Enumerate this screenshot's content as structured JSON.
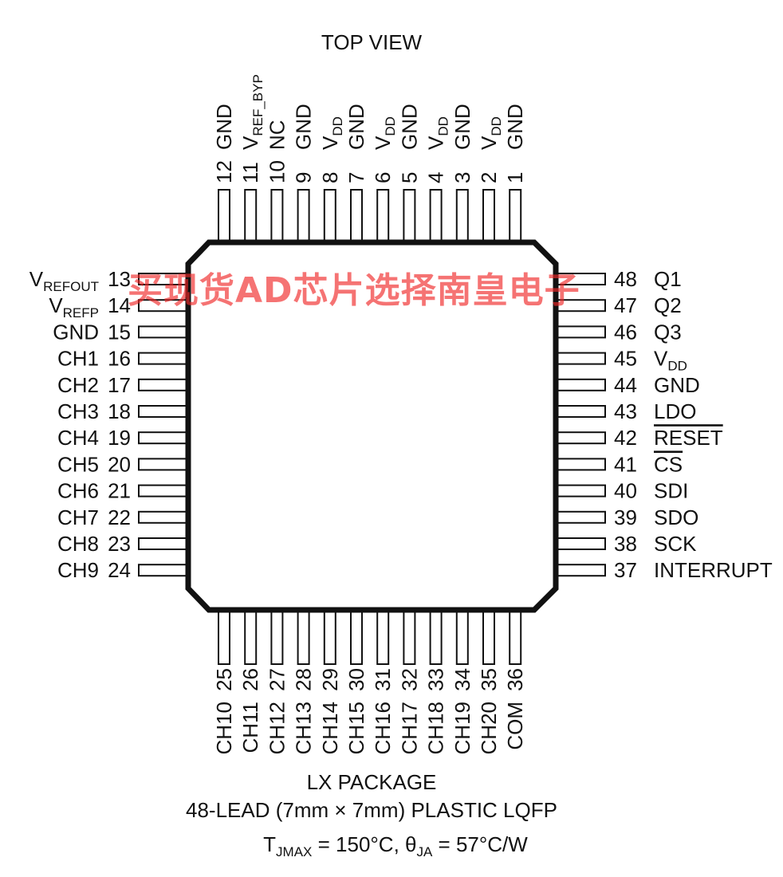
{
  "view_label": "TOP VIEW",
  "package": {
    "name": "LX PACKAGE",
    "description": "48-LEAD (7mm × 7mm) PLASTIC LQFP",
    "thermal_t": "T",
    "thermal_t_sub": "JMAX",
    "thermal_mid": " = 150°C, θ",
    "thermal_theta_sub": "JA",
    "thermal_end": " = 57°C/W"
  },
  "watermark": "买现货AD芯片选择南皇电子",
  "colors": {
    "line": "#111111",
    "watermark": "#f02828"
  },
  "pins": {
    "top": [
      {
        "num": "12",
        "name": "GND"
      },
      {
        "num": "11",
        "name": "V",
        "sub": "REF_BYP"
      },
      {
        "num": "10",
        "name": "NC"
      },
      {
        "num": "9",
        "name": "GND"
      },
      {
        "num": "8",
        "name": "V",
        "sub": "DD"
      },
      {
        "num": "7",
        "name": "GND"
      },
      {
        "num": "6",
        "name": "V",
        "sub": "DD"
      },
      {
        "num": "5",
        "name": "GND"
      },
      {
        "num": "4",
        "name": "V",
        "sub": "DD"
      },
      {
        "num": "3",
        "name": "GND"
      },
      {
        "num": "2",
        "name": "V",
        "sub": "DD"
      },
      {
        "num": "1",
        "name": "GND"
      }
    ],
    "left": [
      {
        "num": "13",
        "name": "V",
        "sub": "REFOUT"
      },
      {
        "num": "14",
        "name": "V",
        "sub": "REFP"
      },
      {
        "num": "15",
        "name": "GND"
      },
      {
        "num": "16",
        "name": "CH1"
      },
      {
        "num": "17",
        "name": "CH2"
      },
      {
        "num": "18",
        "name": "CH3"
      },
      {
        "num": "19",
        "name": "CH4"
      },
      {
        "num": "20",
        "name": "CH5"
      },
      {
        "num": "21",
        "name": "CH6"
      },
      {
        "num": "22",
        "name": "CH7"
      },
      {
        "num": "23",
        "name": "CH8"
      },
      {
        "num": "24",
        "name": "CH9"
      }
    ],
    "right": [
      {
        "num": "48",
        "name": "Q1"
      },
      {
        "num": "47",
        "name": "Q2"
      },
      {
        "num": "46",
        "name": "Q3"
      },
      {
        "num": "45",
        "name": "V",
        "sub": "DD"
      },
      {
        "num": "44",
        "name": "GND"
      },
      {
        "num": "43",
        "name": "LDO"
      },
      {
        "num": "42",
        "name": "RESET",
        "overline": true
      },
      {
        "num": "41",
        "name": "CS",
        "overline": true
      },
      {
        "num": "40",
        "name": "SDI"
      },
      {
        "num": "39",
        "name": "SDO"
      },
      {
        "num": "38",
        "name": "SCK"
      },
      {
        "num": "37",
        "name": "INTERRUPT"
      }
    ],
    "bottom": [
      {
        "num": "25",
        "name": "CH10"
      },
      {
        "num": "26",
        "name": "CH11"
      },
      {
        "num": "27",
        "name": "CH12"
      },
      {
        "num": "28",
        "name": "CH13"
      },
      {
        "num": "29",
        "name": "CH14"
      },
      {
        "num": "30",
        "name": "CH15"
      },
      {
        "num": "31",
        "name": "CH16"
      },
      {
        "num": "32",
        "name": "CH17"
      },
      {
        "num": "33",
        "name": "CH18"
      },
      {
        "num": "34",
        "name": "CH19"
      },
      {
        "num": "35",
        "name": "CH20"
      },
      {
        "num": "36",
        "name": "COM"
      }
    ]
  }
}
